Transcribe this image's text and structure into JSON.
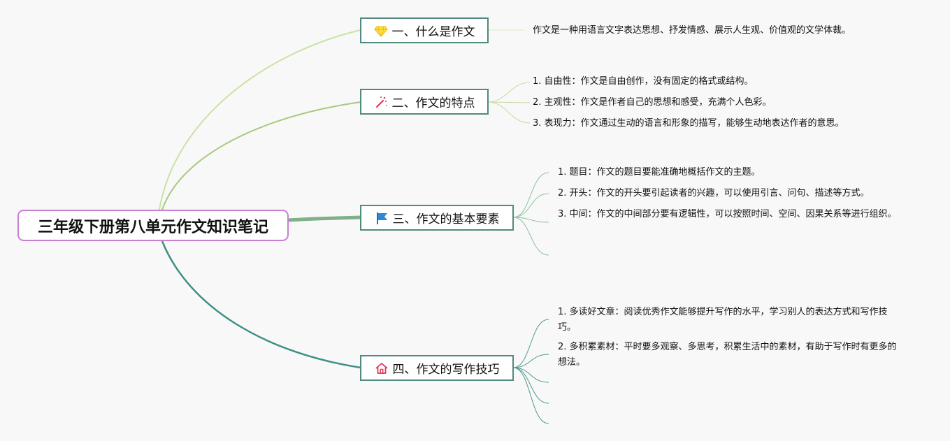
{
  "root": {
    "title": "三年级下册第八单元作文知识笔记"
  },
  "topics": [
    {
      "title": "一、什么是作文",
      "icon": "diamond-icon",
      "items": [
        "作文是一种用语言文字表达思想、抒发情感、展示人生观、价值观的文学体裁。"
      ]
    },
    {
      "title": "二、作文的特点",
      "icon": "magic-wand-icon",
      "items": [
        "1. 自由性：作文是自由创作，没有固定的格式或结构。",
        "2. 主观性：作文是作者自己的思想和感受，充满个人色彩。",
        "3. 表现力：作文通过生动的语言和形象的描写，能够生动地表达作者的意思。"
      ]
    },
    {
      "title": "三、作文的基本要素",
      "icon": "flag-icon",
      "items": [
        "1. 题目：作文的题目要能准确地概括作文的主题。",
        "2. 开头：作文的开头要引起读者的兴趣，可以使用引言、问句、描述等方式。",
        "3. 中间：作文的中间部分要有逻辑性，可以按照时间、空间、因果关系等进行组织。"
      ]
    },
    {
      "title": "四、作文的写作技巧",
      "icon": "house-icon",
      "items": [
        "1. 多读好文章：阅读优秀作文能够提升写作的水平，学习别人的表达方式和写作技巧。",
        "2. 多积累素材：平时要多观察、多思考，积累生活中的素材，有助于写作时有更多的想法。"
      ]
    }
  ],
  "colors": {
    "root_border": "#c97fd4",
    "topic_border": "#4f8a7f",
    "branch1": "#c9e3a3",
    "branch2": "#a8c97f",
    "branch3": "#7fb08a",
    "branch4": "#3f8f86"
  }
}
